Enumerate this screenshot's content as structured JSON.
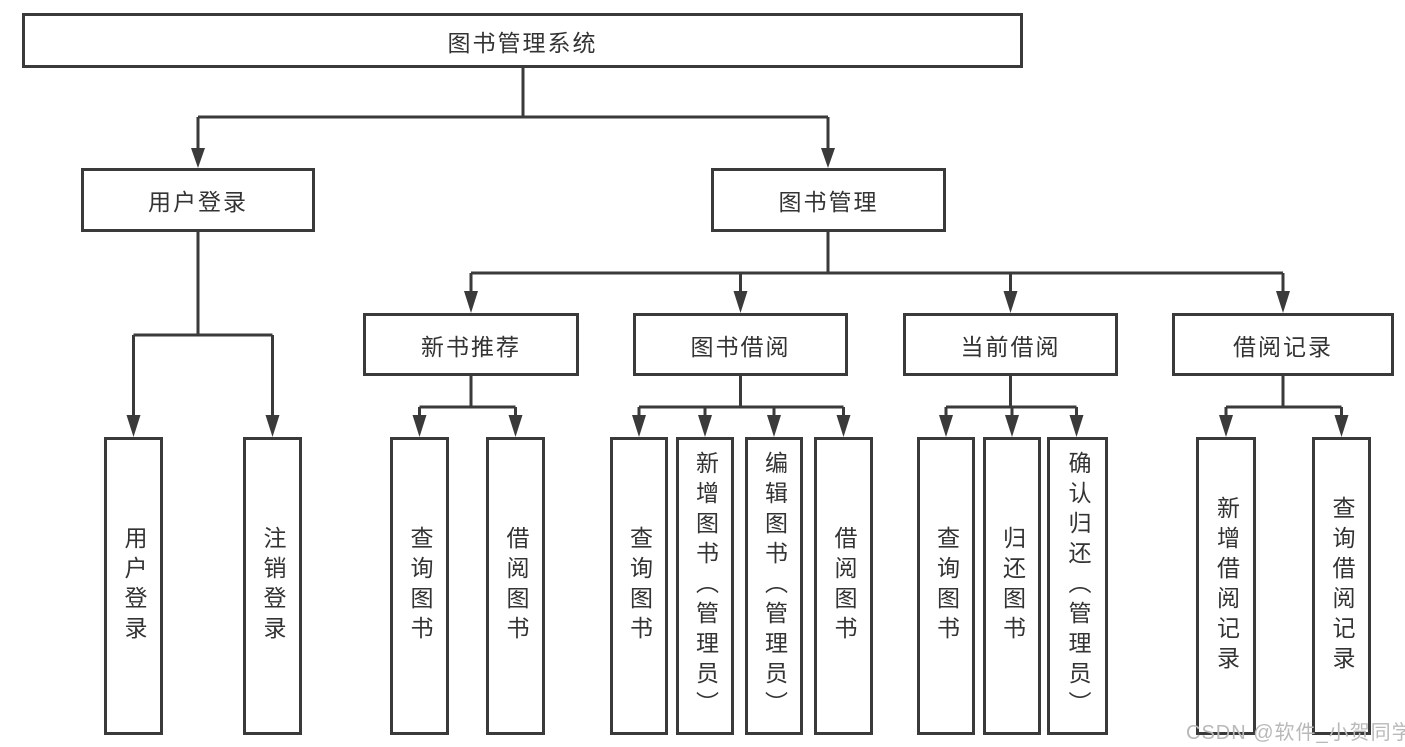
{
  "tree": {
    "root": "图书管理系统",
    "branches": [
      {
        "label": "用户登录",
        "children": [
          "用户登录",
          "注销登录"
        ]
      },
      {
        "label": "图书管理",
        "sections": [
          {
            "label": "新书推荐",
            "children": [
              "查询图书",
              "借阅图书"
            ]
          },
          {
            "label": "图书借阅",
            "children": [
              "查询图书",
              "新增图书（管理员）",
              "编辑图书（管理员）",
              "借阅图书"
            ]
          },
          {
            "label": "当前借阅",
            "children": [
              "查询图书",
              "归还图书",
              "确认归还（管理员）"
            ]
          },
          {
            "label": "借阅记录",
            "children": [
              "新增借阅记录",
              "查询借阅记录"
            ]
          }
        ]
      }
    ]
  },
  "watermark": "CSDN @软件_小贺同学",
  "colors": {
    "line": "#3a3a3a",
    "text": "#333333",
    "watermark": "#b9b9b9"
  }
}
